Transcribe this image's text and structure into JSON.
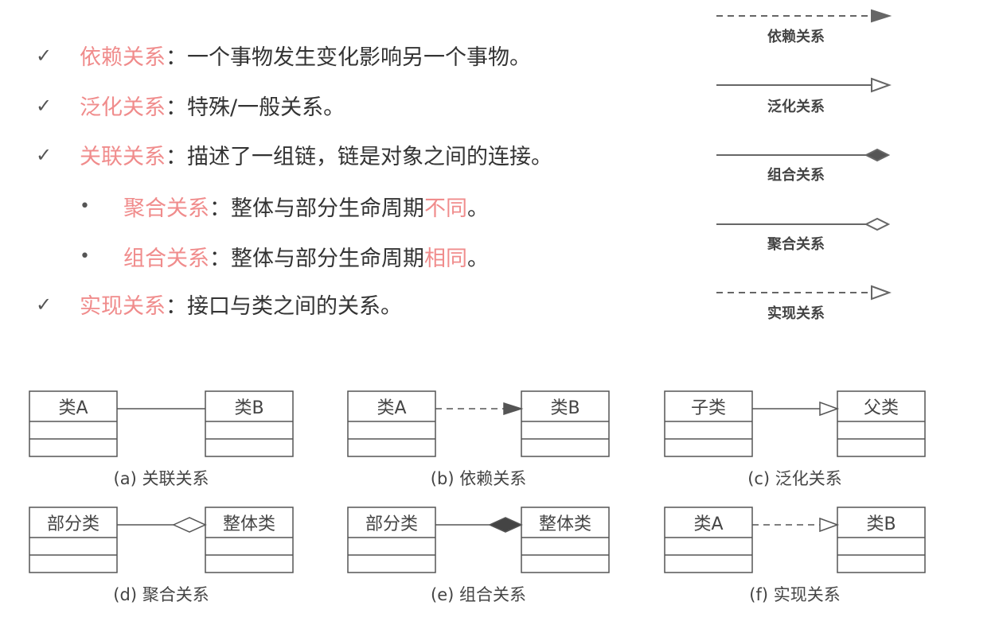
{
  "bullets": [
    {
      "marker": "✓",
      "keyword": "依赖关系",
      "sep": "：",
      "text": "一个事物发生变化影响另一个事物。",
      "highlight": ""
    },
    {
      "marker": "✓",
      "keyword": "泛化关系",
      "sep": "：",
      "text": "特殊/一般关系。",
      "highlight": ""
    },
    {
      "marker": "✓",
      "keyword": "关联关系",
      "sep": "：",
      "text": "描述了一组链，链是对象之间的连接。",
      "highlight": ""
    },
    {
      "marker": "•",
      "keyword": "聚合关系",
      "sep": "：",
      "text": "整体与部分生命周期",
      "highlight": "不同",
      "end": "。"
    },
    {
      "marker": "•",
      "keyword": "组合关系",
      "sep": "：",
      "text": "整体与部分生命周期",
      "highlight": "相同",
      "end": "。"
    },
    {
      "marker": "✓",
      "keyword": "实现关系",
      "sep": "：",
      "text": "接口与类之间的关系。",
      "highlight": ""
    }
  ],
  "legend": [
    "依赖关系",
    "泛化关系",
    "组合关系",
    "聚合关系",
    "实现关系"
  ],
  "diagrams": [
    {
      "left": "类A",
      "right": "类B",
      "caption": "(a) 关联关系"
    },
    {
      "left": "类A",
      "right": "类B",
      "caption": "(b) 依赖关系"
    },
    {
      "left": "子类",
      "right": "父类",
      "caption": "(c) 泛化关系"
    },
    {
      "left": "部分类",
      "right": "整体类",
      "caption": "(d) 聚合关系"
    },
    {
      "left": "部分类",
      "right": "整体类",
      "caption": "(e) 组合关系"
    },
    {
      "left": "类A",
      "right": "类B",
      "caption": "(f) 实现关系"
    }
  ],
  "colors": {
    "accent": "#f08c8c",
    "text": "#333333"
  }
}
